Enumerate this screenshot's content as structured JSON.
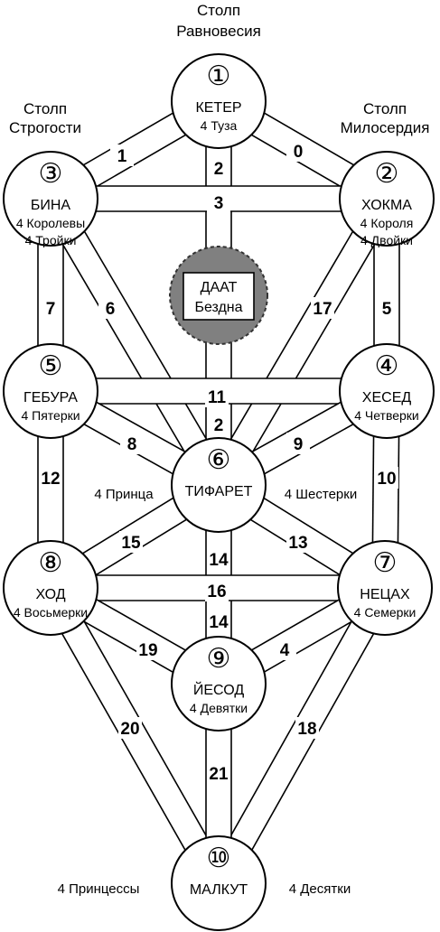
{
  "pillars": {
    "center": [
      "Столп",
      "Равновесия"
    ],
    "left": [
      "Столп",
      "Строгости"
    ],
    "right": [
      "Столп",
      "Милосердия"
    ]
  },
  "sephiroth": {
    "keter": {
      "number": "①",
      "name": "КЕТЕР",
      "lines": [
        "4 Туза"
      ]
    },
    "hokhmah": {
      "number": "②",
      "name": "ХОКМА",
      "lines": [
        "4 Короля",
        "4 Двойки"
      ]
    },
    "binah": {
      "number": "③",
      "name": "БИНА",
      "lines": [
        "4 Королевы",
        "4 Тройки"
      ]
    },
    "hesed": {
      "number": "④",
      "name": "ХЕСЕД",
      "lines": [
        "4 Четверки"
      ]
    },
    "gevurah": {
      "number": "⑤",
      "name": "ГЕБУРА",
      "lines": [
        "4 Пятерки"
      ]
    },
    "tiferet": {
      "number": "⑥",
      "name": "ТИФАРЕТ",
      "lines": []
    },
    "netzach": {
      "number": "⑦",
      "name": "НЕЦАХ",
      "lines": [
        "4 Семерки"
      ]
    },
    "hod": {
      "number": "⑧",
      "name": "ХОД",
      "lines": [
        "4 Восьмерки"
      ]
    },
    "yesod": {
      "number": "⑨",
      "name": "ЙЕСОД",
      "lines": [
        "4 Девятки"
      ]
    },
    "malkut": {
      "number": "⑩",
      "name": "МАЛКУТ",
      "lines": []
    }
  },
  "daat": {
    "line1": "ДААТ",
    "line2": "Бездна"
  },
  "side_labels": {
    "tiferet_left": "4 Принца",
    "tiferet_right": "4 Шестерки",
    "malkut_left": "4 Принцессы",
    "malkut_right": "4 Десятки"
  },
  "paths": [
    {
      "from": "keter",
      "to": "binah",
      "label": "1"
    },
    {
      "from": "keter",
      "to": "hokhmah",
      "label": "0"
    },
    {
      "from": "keter",
      "to": "tiferet",
      "label": "2"
    },
    {
      "from": "binah",
      "to": "hokhmah",
      "label": "3"
    },
    {
      "from": "binah",
      "to": "gevurah",
      "label": "7"
    },
    {
      "from": "binah",
      "to": "tiferet",
      "label": "6"
    },
    {
      "from": "hokhmah",
      "to": "hesed",
      "label": "5"
    },
    {
      "from": "hokhmah",
      "to": "tiferet",
      "label": "17"
    },
    {
      "from": "gevurah",
      "to": "hesed",
      "label": "11"
    },
    {
      "from": "gevurah",
      "to": "tiferet",
      "label": "8"
    },
    {
      "from": "hesed",
      "to": "tiferet",
      "label": "9"
    },
    {
      "from": "gevurah",
      "to": "hod",
      "label": "12"
    },
    {
      "from": "hesed",
      "to": "netzach",
      "label": "10"
    },
    {
      "from": "tiferet",
      "to": "hod",
      "label": "15"
    },
    {
      "from": "tiferet",
      "to": "netzach",
      "label": "13"
    },
    {
      "from": "tiferet",
      "to": "yesod",
      "label": "14"
    },
    {
      "from": "hod",
      "to": "netzach",
      "label": "16"
    },
    {
      "from": "hod",
      "to": "yesod",
      "label": "19"
    },
    {
      "from": "netzach",
      "to": "yesod",
      "label": "4"
    },
    {
      "from": "hod",
      "to": "malkut",
      "label": "20"
    },
    {
      "from": "netzach",
      "to": "malkut",
      "label": "18"
    },
    {
      "from": "yesod",
      "to": "malkut",
      "label": "21"
    }
  ],
  "extra_path_labels": [
    {
      "path": "keter-tiferet",
      "label": "2"
    },
    {
      "path": "tiferet-yesod",
      "label": "14"
    }
  ]
}
